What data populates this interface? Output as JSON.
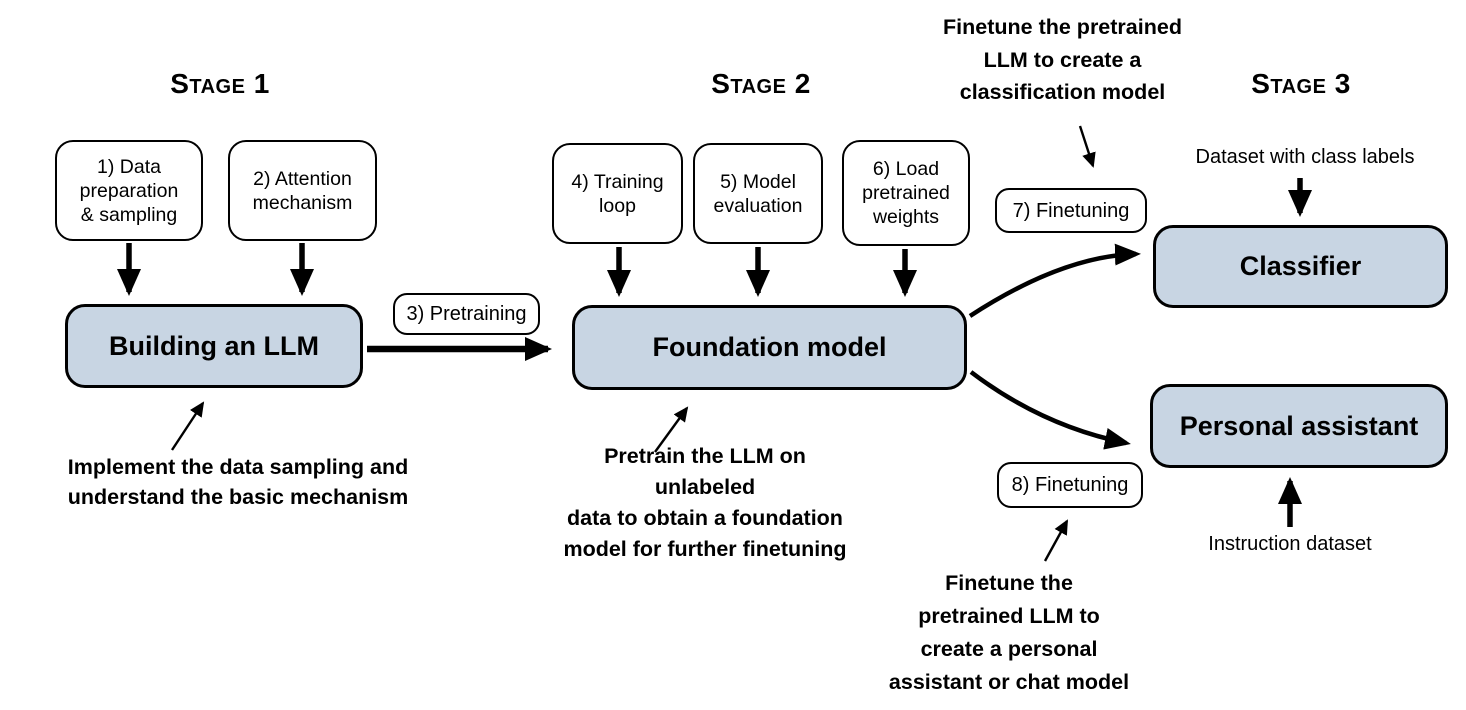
{
  "colors": {
    "box_fill": "#c8d5e3",
    "line": "#000000",
    "background": "#ffffff"
  },
  "stage_titles": {
    "stage1": "Stage 1",
    "stage2": "Stage 2",
    "stage3": "Stage 3"
  },
  "step_boxes": {
    "step1": "1) Data\npreparation\n& sampling",
    "step2": "2) Attention\nmechanism",
    "step3": "3) Pretraining",
    "step4": "4) Training\nloop",
    "step5": "5) Model\nevaluation",
    "step6": "6) Load\npretrained\nweights",
    "step7": "7) Finetuning",
    "step8": "8) Finetuning"
  },
  "main_boxes": {
    "building": "Building an LLM",
    "foundation": "Foundation model",
    "classifier": "Classifier",
    "assistant": "Personal assistant"
  },
  "annotations": {
    "stage1_note": "Implement the data sampling and\nunderstand the basic mechanism",
    "stage2_note": "Pretrain the LLM on unlabeled\ndata to obtain a foundation\nmodel for further finetuning",
    "classifier_note": "Finetune the pretrained\nLLM to create a\nclassification model",
    "assistant_note": "Finetune the\npretrained LLM to\ncreate a personal\nassistant or chat model"
  },
  "io_labels": {
    "classifier_input": "Dataset with class labels",
    "assistant_input": "Instruction dataset"
  }
}
